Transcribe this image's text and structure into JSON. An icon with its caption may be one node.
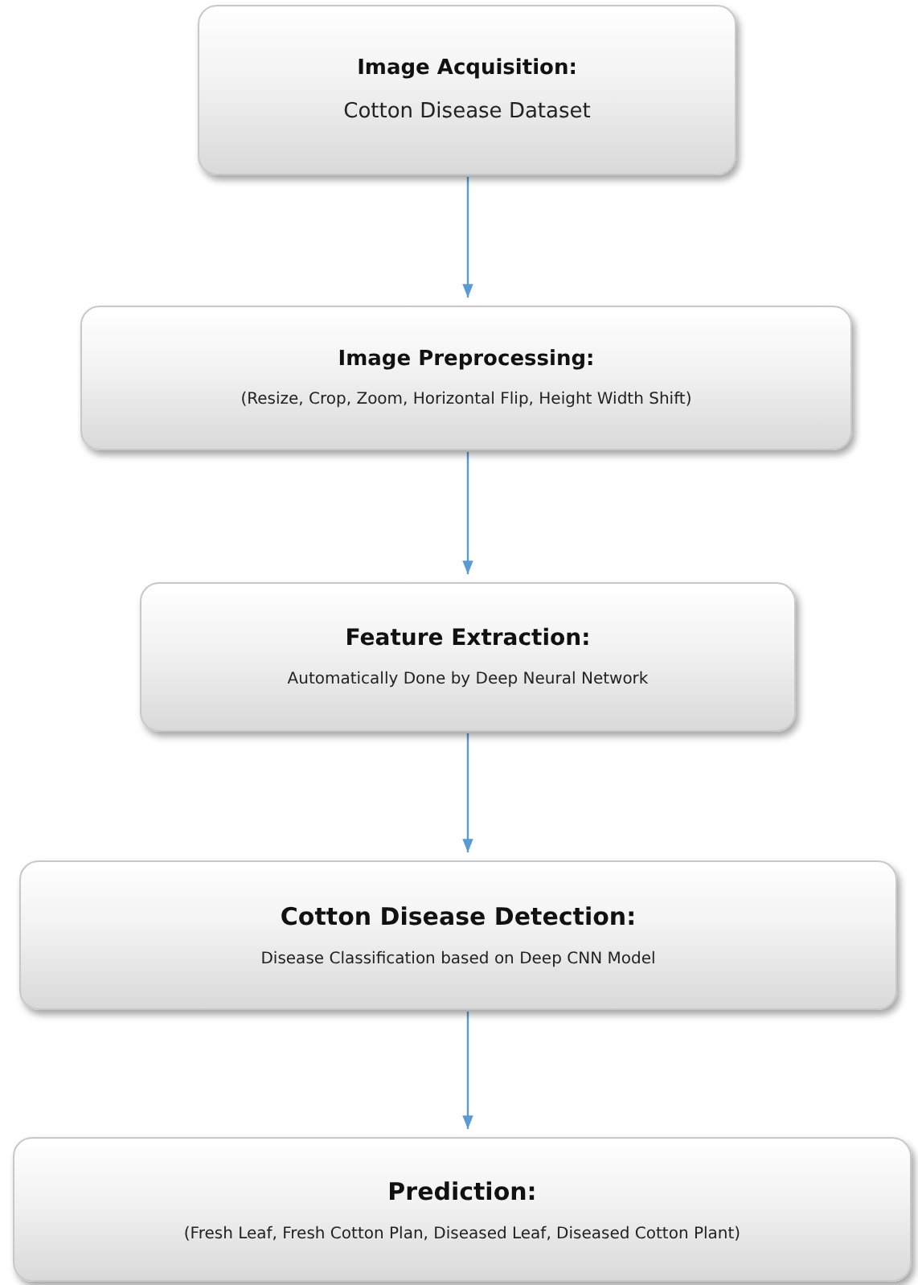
{
  "diagram": {
    "nodes": [
      {
        "text": [
          "Image Acquisition:",
          "Cotton Disease Dataset"
        ]
      },
      {
        "text": [
          "Image Preprocessing:",
          "(Resize, Crop, Zoom, Horizontal Flip, Height Width Shift)"
        ]
      },
      {
        "text": [
          "Feature Extraction:",
          "Automatically Done by Deep Neural Network"
        ]
      },
      {
        "text": [
          "Cotton Disease Detection:",
          "Disease Classification based on Deep CNN Model"
        ]
      },
      {
        "text": [
          "Prediction:",
          "(Fresh Leaf, Fresh Cotton Plan, Diseased Leaf, Diseased Cotton Plant)"
        ]
      }
    ],
    "edges": [
      {
        "from": 0,
        "to": 1,
        "arrow": "to"
      },
      {
        "from": 1,
        "to": 2,
        "arrow": "to"
      },
      {
        "from": 2,
        "to": 3,
        "arrow": "to"
      },
      {
        "from": 3,
        "to": 4,
        "arrow": "to"
      }
    ]
  }
}
